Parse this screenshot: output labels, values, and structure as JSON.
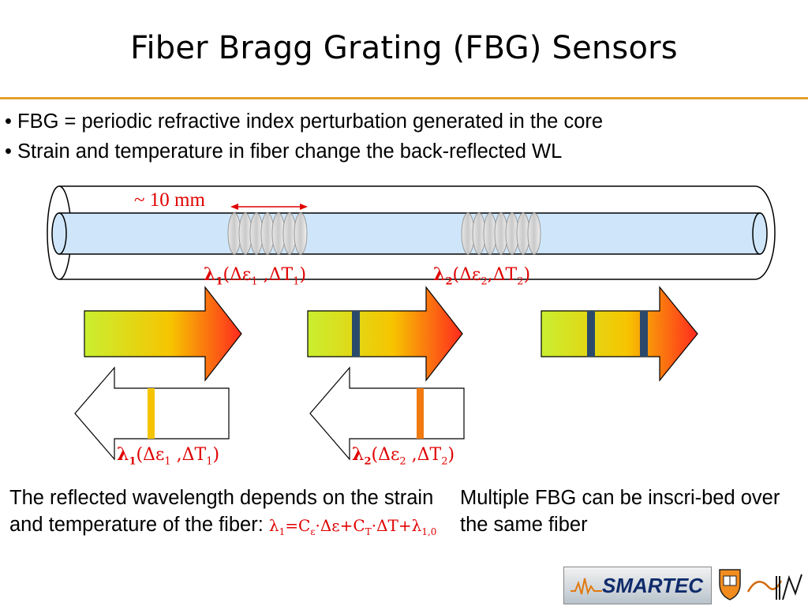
{
  "title": "Fiber Bragg Grating (FBG) Sensors",
  "bullets": [
    "• FBG = periodic refractive index perturbation generated in the core",
    "•  Strain and temperature in fiber change the back-reflected WL"
  ],
  "grating_length_label": "~ 10 mm",
  "lambda1_label": {
    "lam": "λ",
    "sub": "1",
    "open": "(Δε",
    "sub2": "1",
    "sep": " ,ΔT",
    "sub3": "1",
    "close": ")"
  },
  "lambda2_label": {
    "lam": "λ",
    "sub": "2",
    "open": "(Δε",
    "sub2": "2",
    "sep": ",ΔT",
    "sub3": "2",
    "close": ")"
  },
  "lambda1_reflect": {
    "lam": "λ",
    "sub": "1",
    "open": "(Δε",
    "sub2": "1",
    "sep": " ,ΔT",
    "sub3": "1",
    "close": ")"
  },
  "lambda2_reflect": {
    "lam": "λ",
    "sub": "2",
    "open": "(Δε",
    "sub2": "2",
    "sep": " ,ΔT",
    "sub3": "2",
    "close": ")"
  },
  "para_left": "The reflected wavelength depends on the strain and temperature of the fiber: ",
  "formula": {
    "l": "λ",
    "s1": "1",
    "eq": "=C",
    "se": "ε",
    "mid": "·Δε+C",
    "st": "T",
    "mid2": "·ΔT+λ",
    "s10": "1,0"
  },
  "para_right": "Multiple FBG can be inscri-bed over the same fiber",
  "logos": {
    "smartec": "SMARTEC"
  },
  "colors": {
    "accent_rule": "#e2a02e",
    "label_red": "#e00000",
    "grating_band": "#2b4a6b",
    "reflect_yellow": "#f5c400",
    "reflect_orange": "#f07a10"
  }
}
